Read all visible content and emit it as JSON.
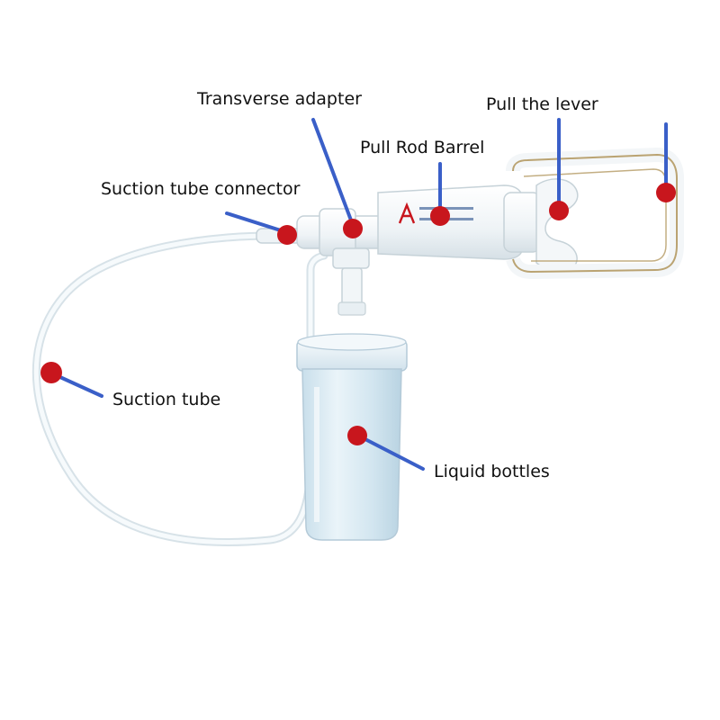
{
  "labels": {
    "transverse_adapter": "Transverse adapter",
    "pull_the_lever": "Pull the lever",
    "pull_rod_barrel": "Pull Rod Barrel",
    "suction_tube_connector": "Suction tube connector",
    "suction_tube": "Suction tube",
    "liquid_bottles": "Liquid bottles"
  },
  "colors": {
    "leader_line": "#3a5fc8",
    "marker_dot": "#c8161d",
    "device_body": "#f2f6f8",
    "device_outline": "#cdd8de",
    "bottle": "#dcebf3",
    "handle_frame": "#b49a63",
    "tube": "#e4edf1"
  }
}
